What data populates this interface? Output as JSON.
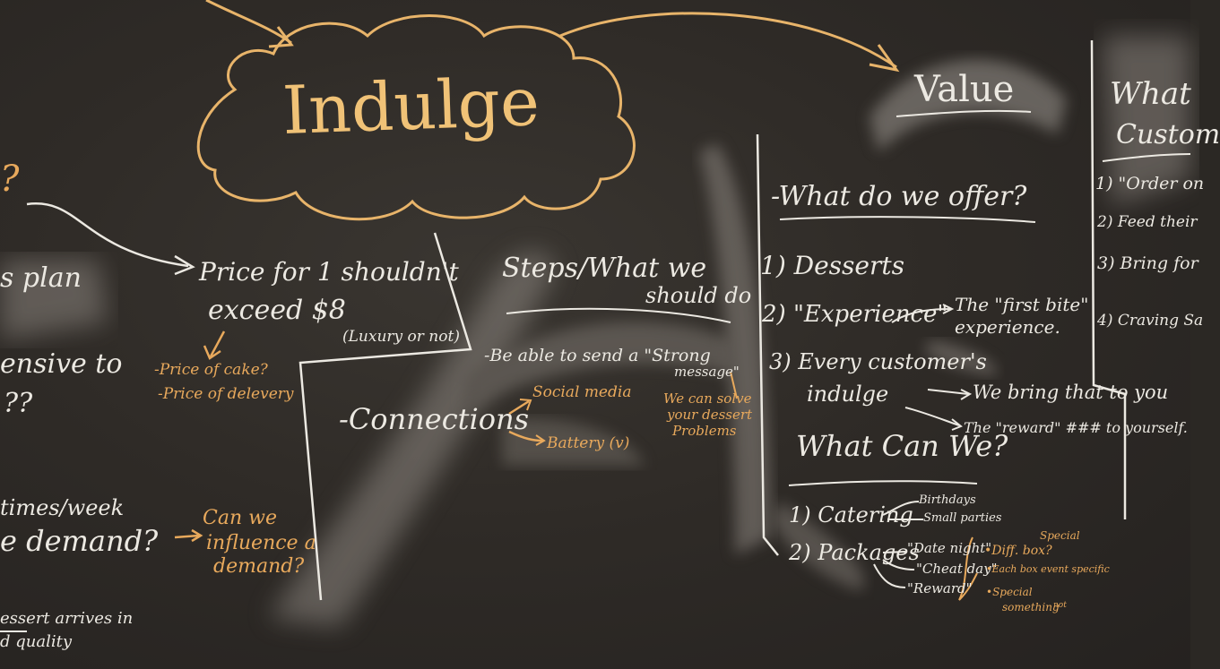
{
  "cloud": {
    "title": "Indulge"
  },
  "left_partial": {
    "q_mark": "?",
    "plan": "s plan",
    "ensive": "ensive to",
    "qqq": "??",
    "times": "times/week",
    "demand": "e demand?",
    "dessert": "essert arrives in",
    "quality": "d quality"
  },
  "price": {
    "line1": "Price for 1 shouldn't",
    "line2": "exceed $8",
    "paren": "(Luxury or not)",
    "cake": "-Price of cake?",
    "delivery": "-Price of delevery"
  },
  "influence": {
    "line1": "Can we",
    "line2": "influence a",
    "line3": "demand?"
  },
  "steps": {
    "heading_1": "Steps/What we",
    "heading_2": "should do",
    "send_1": "-Be able to send a \"Strong",
    "send_2": "message\"",
    "connections": "-Connections",
    "social": "Social media",
    "battery": "Battery (v)",
    "solve_1": "We can solve",
    "solve_2": "your dessert",
    "solve_3": "Problems"
  },
  "value": {
    "title": "Value",
    "offer_heading": "-What do we offer?",
    "item1": "1) Desserts",
    "item2": "2) \"Experience\"",
    "first_bite_1": "The \"first bite\"",
    "first_bite_2": "experience.",
    "item3_1": "3) Every customer's",
    "item3_2": "indulge",
    "bring": "We bring that to you",
    "reward": "The \"reward\" ### to yourself.",
    "can_we": "What Can We?",
    "catering": "1) Catering",
    "birthdays": "Birthdays",
    "small_parties": "Small parties",
    "packages": "2) Packages",
    "date_night": "\"Date night\"",
    "cheat_day": "\"Cheat day\"",
    "reward_pkg": "\"Reward\"",
    "diff_box": "•Diff. box?",
    "special_top": "Special",
    "each_box": "•Each box event specific",
    "special_something_1": "•Special",
    "special_something_2": "something",
    "not": "not"
  },
  "right_partial": {
    "title_1": "What",
    "title_2": "Custom",
    "r1": "1) \"Order on",
    "r2": "2) Feed their",
    "r3": "3) Bring for",
    "r4": "4) Craving Sa"
  }
}
